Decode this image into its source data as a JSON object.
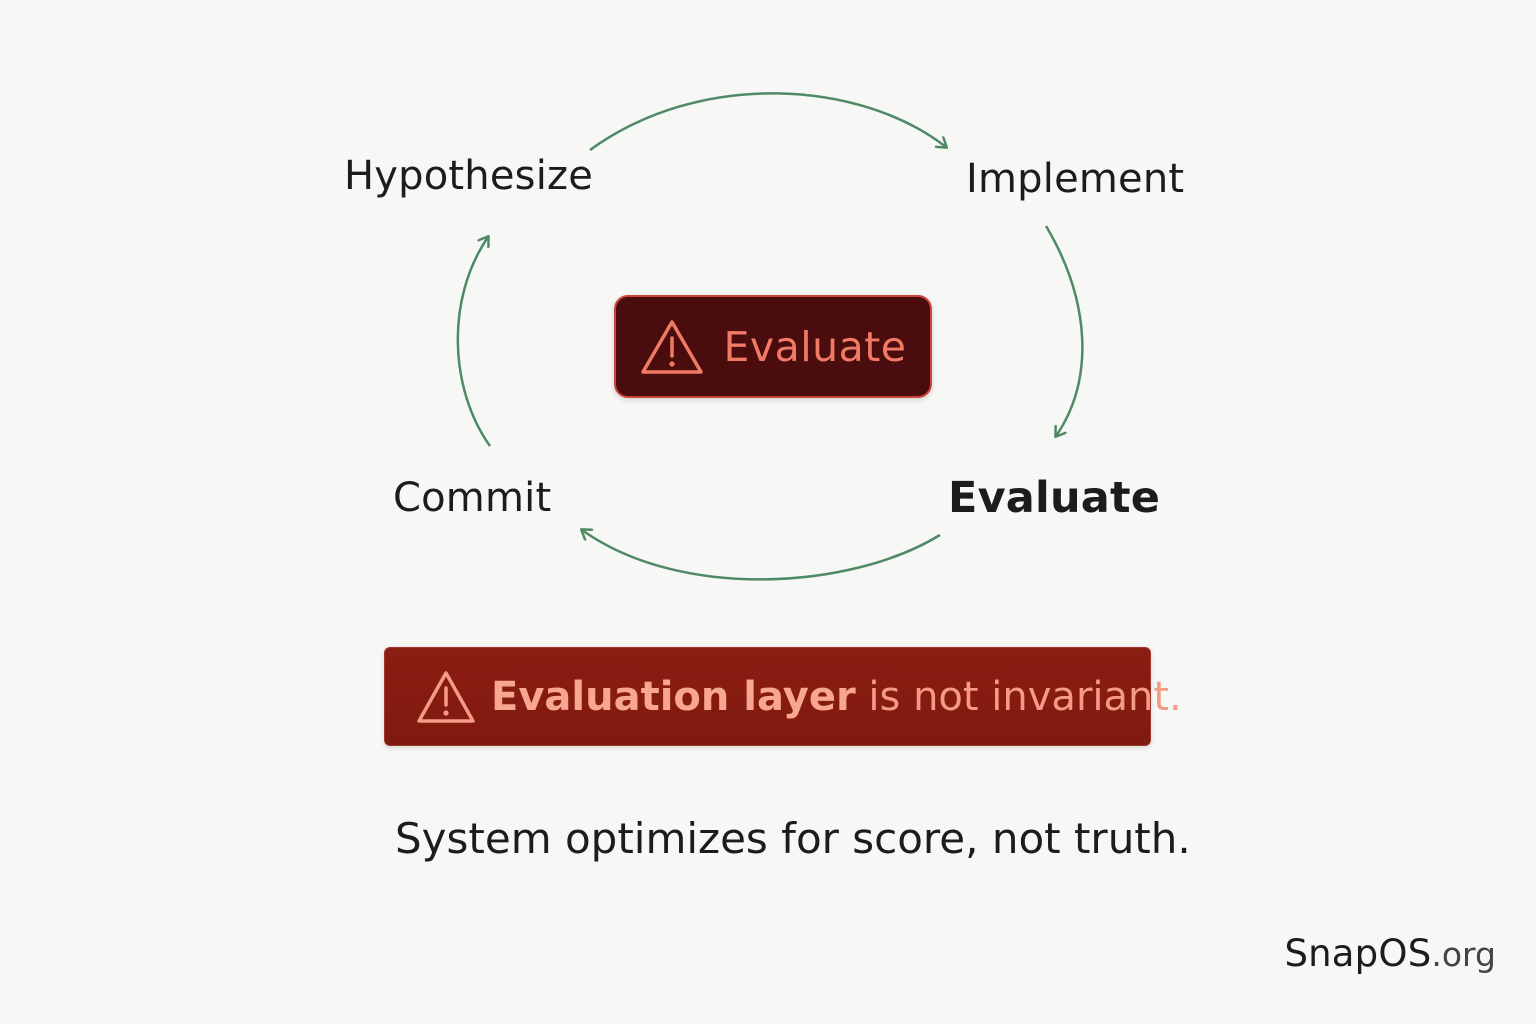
{
  "cycle": {
    "nodes": {
      "hypothesize": "Hypothesize",
      "implement": "Implement",
      "evaluate": "Evaluate",
      "commit": "Commit"
    },
    "arrow_color": "#4e8a64"
  },
  "center_box": {
    "icon": "warning-triangle-icon",
    "label": "Evaluate",
    "background": "#4a0c0c",
    "border_color": "#c9443a",
    "text_color": "#f07a65"
  },
  "warning_banner": {
    "icon": "warning-triangle-icon",
    "highlight": "Evaluation layer",
    "rest": " is not invariant.",
    "background": "#8c1d12",
    "text_color": "#f59a85"
  },
  "caption": "System optimizes for score, not truth.",
  "brand": {
    "name": "SnapOS",
    "tld": ".org"
  }
}
